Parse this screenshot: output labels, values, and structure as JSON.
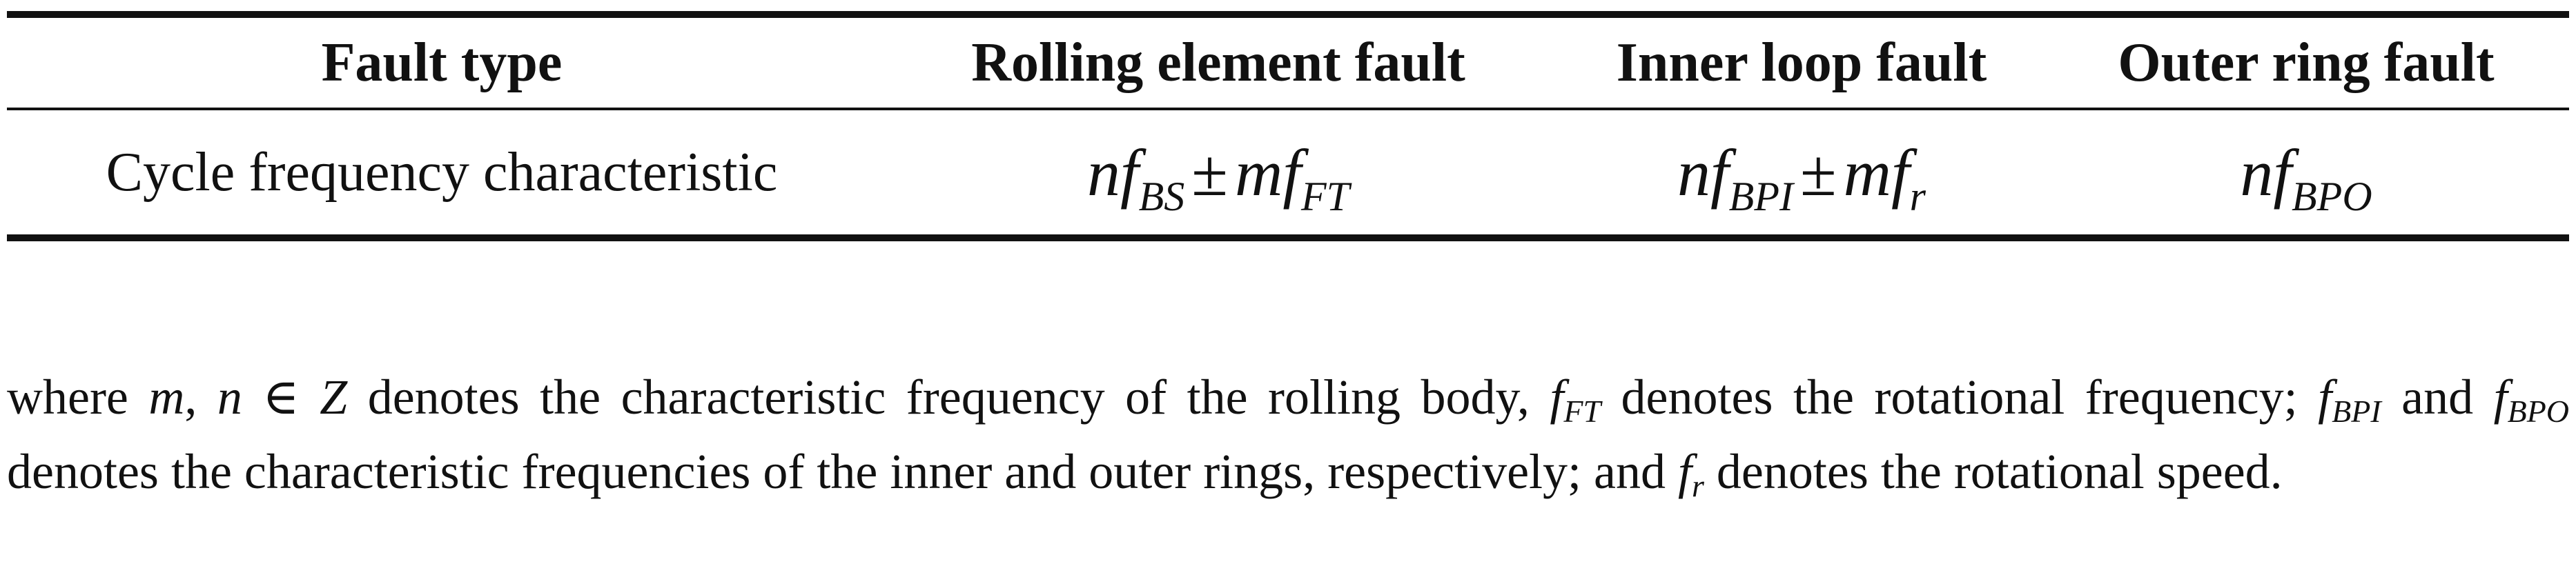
{
  "table": {
    "headers": [
      "Fault type",
      "Rolling element fault",
      "Inner loop fault",
      "Outer ring fault"
    ],
    "row": {
      "label": "Cycle frequency characteristic",
      "rolling": {
        "n": "nf",
        "sub1": "BS",
        "op": "±",
        "m": "mf",
        "sub2": "FT"
      },
      "inner": {
        "n": "nf",
        "sub1": "BPI",
        "op": "±",
        "m": "mf",
        "sub2": "r"
      },
      "outer": {
        "n": "nf",
        "sub1": "BPO"
      }
    }
  },
  "paragraph": {
    "t1": "where ",
    "m1": "m",
    "t2": ", ",
    "m2": "n",
    "t3": " ∈ ",
    "m3": "Z",
    "t4": " denotes the characteristic frequency of the rolling body, ",
    "f1": "f",
    "f1s": "FT",
    "t5": " denotes the rotational frequency; ",
    "f2": "f",
    "f2s": "BPI",
    "t6": " and ",
    "f3": "f",
    "f3s": "BPO",
    "t7": " denotes the characteristic frequencies of the inner and outer rings, respectively; and ",
    "f4": "f",
    "f4s": "r",
    "t8": " denotes the rotational speed."
  }
}
